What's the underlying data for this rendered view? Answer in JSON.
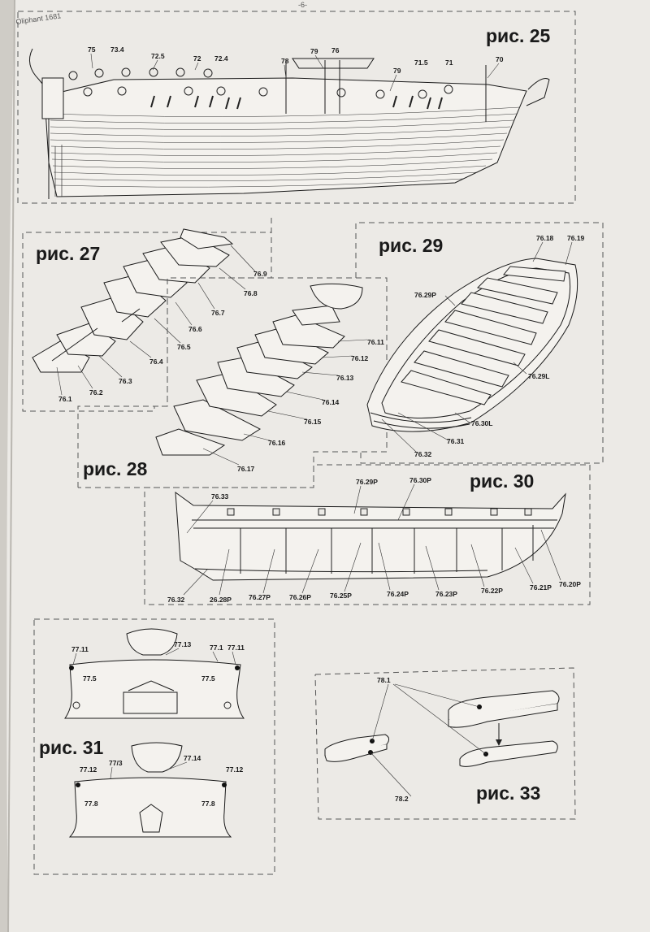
{
  "header": {
    "page_number": "-6-",
    "model_title": "Oliphant 1681"
  },
  "figures": {
    "fig25": {
      "title": "рис. 25",
      "labels": [
        "75",
        "73.4",
        "72.5",
        "72",
        "72.4",
        "78",
        "79",
        "76",
        "79",
        "71.5",
        "71",
        "70"
      ]
    },
    "fig27": {
      "title": "рис. 27",
      "labels": [
        "76.1",
        "76.2",
        "76.3",
        "76.4",
        "76.5",
        "76.6",
        "76.7",
        "76.8",
        "76.9"
      ]
    },
    "fig28": {
      "title": "рис. 28",
      "labels": [
        "76.17",
        "76.16",
        "76.15",
        "76.14",
        "76.13",
        "76.12",
        "76.11"
      ]
    },
    "fig29": {
      "title": "рис. 29",
      "labels": [
        "76.18",
        "76.19",
        "76.29P",
        "76.29L",
        "76.30L",
        "76.31",
        "76.32"
      ]
    },
    "fig30": {
      "title": "рис. 30",
      "labels": [
        "76.33",
        "76.29P",
        "76.30P",
        "76.32",
        "26.28P",
        "76.27P",
        "76.26P",
        "76.25P",
        "76.24P",
        "76.23P",
        "76.22P",
        "76.21P",
        "76.20P"
      ]
    },
    "fig31": {
      "title": "рис. 31",
      "labels": [
        "77.11",
        "77.13",
        "77.1",
        "77.11",
        "77.5",
        "77.5",
        "77.12",
        "77/3",
        "77.14",
        "77.12",
        "77.8",
        "77.8"
      ]
    },
    "fig33": {
      "title": "рис. 33",
      "labels": [
        "78.1",
        "78.2"
      ]
    }
  }
}
